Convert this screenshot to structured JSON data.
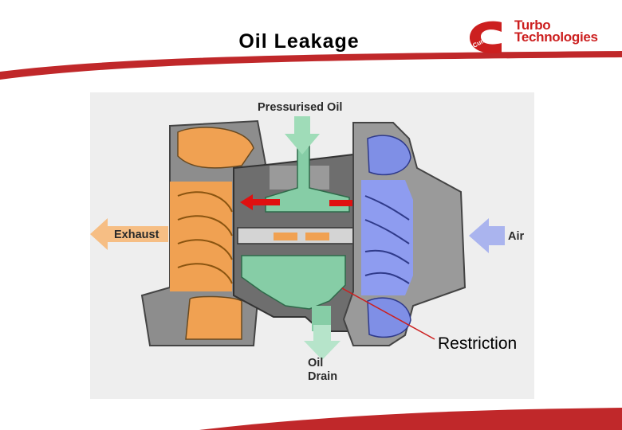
{
  "slide": {
    "title": "Oil Leakage",
    "brand": {
      "line1": "Turbo",
      "line2": "Technologies",
      "emblem": "Cummins"
    },
    "accent_red": "#cc1f1f"
  },
  "diagram": {
    "labels": {
      "pressurised_oil": "Pressurised Oil",
      "exhaust": "Exhaust",
      "air": "Air",
      "oil_drain_line1": "Oil",
      "oil_drain_line2": "Drain"
    },
    "callout": "Restriction",
    "colors": {
      "exhaust": "#f2a04c",
      "oil": "#7fc8a2",
      "air": "#7f8fe6",
      "leak_arrow": "#e01010"
    }
  }
}
